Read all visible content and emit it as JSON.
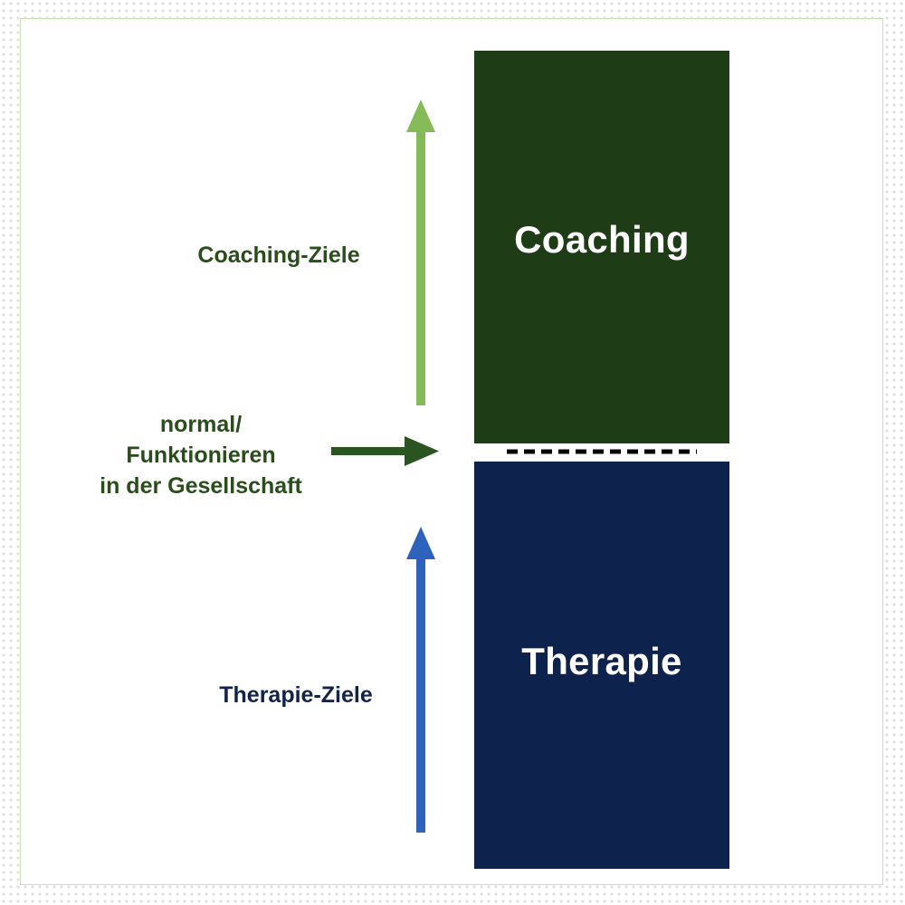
{
  "diagram": {
    "labels": {
      "coaching_goals": "Coaching-Ziele",
      "therapy_goals": "Therapie-Ziele",
      "normal_line1": "normal/",
      "normal_line2": "Funktionieren",
      "normal_line3": "in der Gesellschaft"
    },
    "boxes": {
      "coaching": "Coaching",
      "therapie": "Therapie"
    }
  },
  "colors": {
    "coaching_box": "#1e3d17",
    "therapie_box": "#0d234d",
    "coaching_text": "#2a4d1c",
    "therapy_text": "#12244b",
    "coaching_arrow": "#86bb5a",
    "therapy_arrow": "#2e62bd",
    "normal_arrow": "#2a5420",
    "divider": "#000000",
    "frame_border": "#c9dfb1"
  }
}
